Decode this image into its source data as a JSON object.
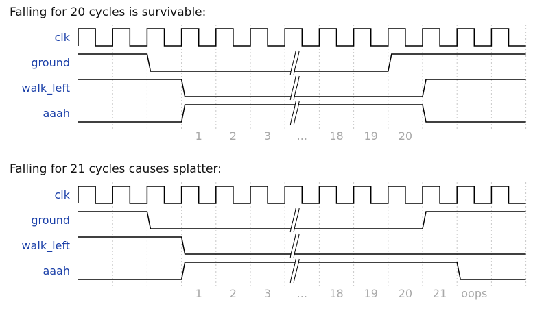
{
  "diagrams": [
    {
      "title": "Falling for 20 cycles is survivable:",
      "signals": [
        {
          "name": "clk",
          "type": "clock"
        },
        {
          "name": "ground",
          "initial": 1,
          "transitions": [
            [
              2,
              0
            ],
            [
              9,
              1
            ]
          ]
        },
        {
          "name": "walk_left",
          "initial": 1,
          "transitions": [
            [
              3,
              0
            ],
            [
              10,
              1
            ]
          ]
        },
        {
          "name": "aaah",
          "initial": 0,
          "transitions": [
            [
              3,
              1
            ],
            [
              10,
              0
            ]
          ]
        }
      ],
      "tick_labels": [
        "1",
        "2",
        "3",
        "...",
        "18",
        "19",
        "20"
      ]
    },
    {
      "title": "Falling for 21 cycles causes splatter:",
      "signals": [
        {
          "name": "clk",
          "type": "clock"
        },
        {
          "name": "ground",
          "initial": 1,
          "transitions": [
            [
              2,
              0
            ],
            [
              10,
              1
            ]
          ]
        },
        {
          "name": "walk_left",
          "initial": 1,
          "transitions": [
            [
              3,
              0
            ]
          ]
        },
        {
          "name": "aaah",
          "initial": 0,
          "transitions": [
            [
              3,
              1
            ],
            [
              11,
              0
            ]
          ]
        }
      ],
      "tick_labels": [
        "1",
        "2",
        "3",
        "...",
        "18",
        "19",
        "20",
        "21",
        "oops"
      ]
    }
  ],
  "cycles": 13,
  "break_after_cycle": 6
}
